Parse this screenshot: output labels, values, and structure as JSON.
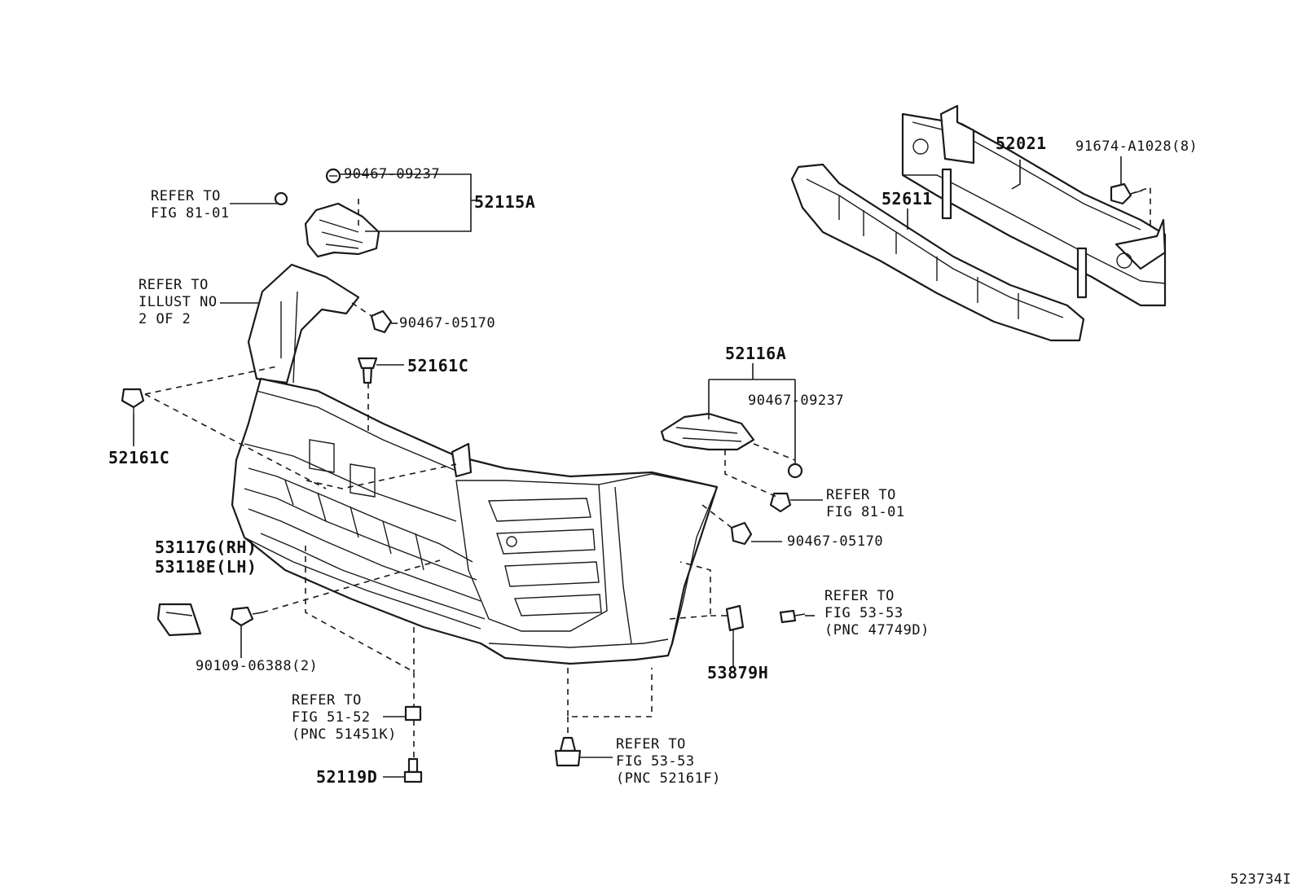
{
  "diagram": {
    "figure_id": "523734I",
    "labels": {
      "p_52115A": "52115A",
      "p_90467_09237_top": "90467-09237",
      "refer_81_01_top": "REFER TO\nFIG 81-01",
      "refer_illust": "REFER TO\nILLUST NO\n2 OF 2",
      "p_90467_05170_top": "90467-05170",
      "p_52161C_mid": "52161C",
      "p_52161C_left": "52161C",
      "p_52021": "52021",
      "p_91674": "91674-A1028(8)",
      "p_52611": "52611",
      "p_52116A": "52116A",
      "p_90467_09237_right": "90467-09237",
      "refer_81_01_right": "REFER TO\nFIG 81-01",
      "p_90467_05170_right": "90467-05170",
      "p_53117G": "53117G(RH)\n53118E(LH)",
      "refer_53_53_a": "REFER TO\nFIG 53-53\n(PNC 47749D)",
      "p_53879H": "53879H",
      "p_90109": "90109-06388(2)",
      "refer_51_52": "REFER TO\nFIG 51-52\n(PNC 51451K)",
      "p_52119D": "52119D",
      "refer_53_53_b": "REFER TO\nFIG 53-53\n(PNC 52161F)"
    }
  }
}
